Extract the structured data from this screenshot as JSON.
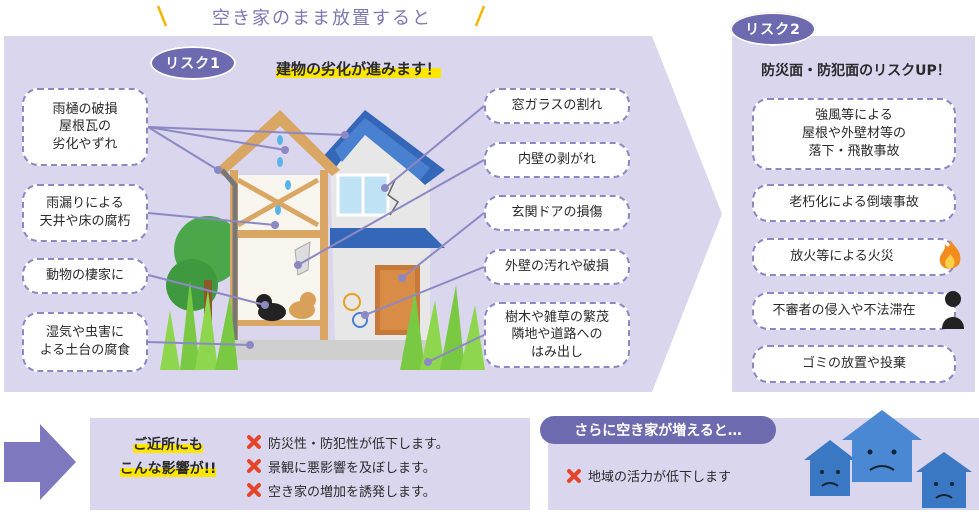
{
  "header": {
    "title": "空き家のまま放置すると"
  },
  "risk1": {
    "badge": "リスク1",
    "heading": "建物の劣化が進みます！",
    "left_items": [
      "雨樋の破損\n屋根瓦の\n劣化やずれ",
      "雨漏りによる\n天井や床の腐朽",
      "動物の棲家に",
      "湿気や虫害に\nよる土台の腐食"
    ],
    "right_items": [
      "窓ガラスの割れ",
      "内壁の剥がれ",
      "玄関ドアの損傷",
      "外壁の汚れや破損",
      "樹木や雑草の繁茂\n隣地や道路への\nはみ出し"
    ]
  },
  "risk2": {
    "badge": "リスク2",
    "heading": "防災面・防犯面のリスクUP！",
    "items": [
      "強風等による\n屋根や外壁材等の\n落下・飛散事故",
      "老朽化による倒壊事故",
      "放火等による火災",
      "不審者の侵入や不法滞在",
      "ゴミの放置や投棄"
    ]
  },
  "neighborhood": {
    "label_line1": "ご近所にも",
    "label_line2": "こんな影響が!!",
    "effects": [
      "防災性・防犯性が低下します。",
      "景観に悪影響を及ぼします。",
      "空き家の増加を誘発します。"
    ]
  },
  "further": {
    "heading": "さらに空き家が増えると…",
    "effect": "地域の活力が低下します"
  },
  "colors": {
    "panel": "#d9d6ee",
    "accent": "#6e6ab0",
    "border": "#8c88c4",
    "highlight": "#ffe600",
    "cross": "#e4452a"
  }
}
